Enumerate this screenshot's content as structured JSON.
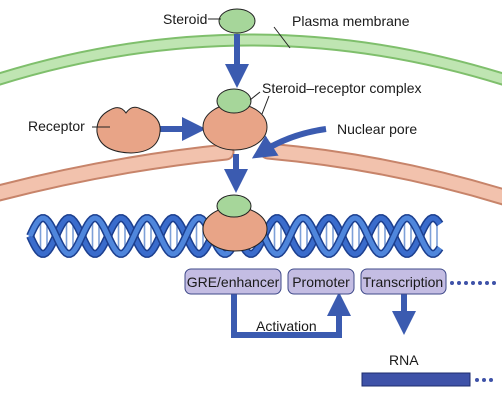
{
  "labels": {
    "steroid": "Steroid",
    "plasma_membrane": "Plasma membrane",
    "steroid_receptor_complex": "Steroid–receptor complex",
    "receptor": "Receptor",
    "nuclear_pore": "Nuclear pore",
    "activation": "Activation",
    "rna": "RNA"
  },
  "boxes": {
    "gre_enhancer": "GRE/enhancer",
    "promoter": "Promoter",
    "transcription": "Transcription"
  },
  "colors": {
    "membrane_green": "#a9d79a",
    "steroid_green": "#a6d69a",
    "receptor_salmon": "#e8a487",
    "nuclear_envelope": "#f0b9a1",
    "arrow_blue": "#3b5bb0",
    "dna_blue": "#2a58b8",
    "box_lavender": "#c4bde3",
    "rna_bar": "#3e52a8"
  },
  "icons": {
    "steroid": "green-oval",
    "receptor": "salmon-blob-with-notch",
    "dna": "double-helix"
  }
}
